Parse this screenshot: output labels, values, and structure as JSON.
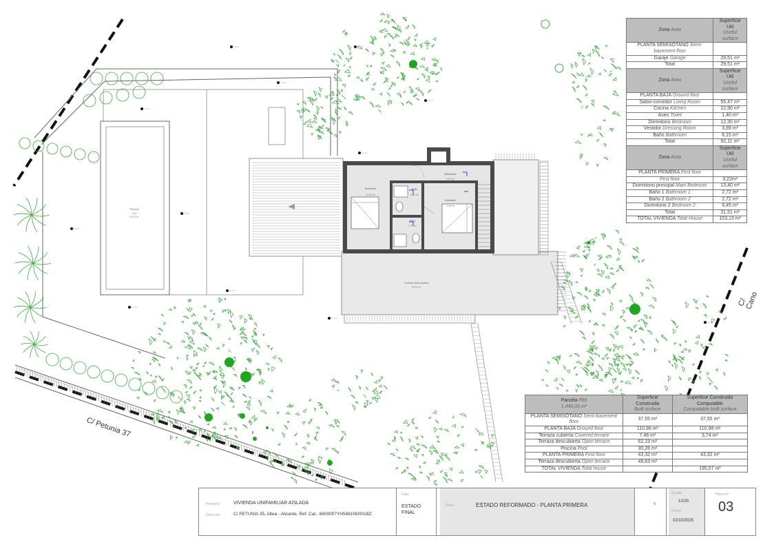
{
  "street_labels": {
    "petunia": "C/ Petunia 37",
    "canos": "C/ Cano"
  },
  "colors": {
    "vegetation": "#3aa83a",
    "tree": "#1fa51f",
    "boundary": "#111111",
    "header_fill": "#bdbdbd"
  },
  "room_labels": {
    "pool": "Piscina",
    "pool_en": "Pool",
    "pool_area": "30,26 m²",
    "covered_terrace": "Terraza descubierta",
    "covered_terrace_area": "49,63 m²",
    "main_bedroom": "Dormitorio",
    "main_bedroom_area": "13,40 m²",
    "bath1": "Baño",
    "bath1_area": "2,72 m²",
    "bath2": "Baño",
    "bath2_area": "2,72 m²",
    "bedroom2": "Dormitorio",
    "bedroom2_area": "9,45 m²",
    "distributor": "Distribuidor",
    "distributor_area": "3,22 m²"
  },
  "useful_table": {
    "col1_header": "Zona",
    "col1_header_en": "Area",
    "col2_header": "Superficie Útil",
    "col2_header_en": "Useful surface",
    "sections": [
      {
        "title": "PLANTA SEMISÓTANO",
        "title_en": "Semi-basement floor",
        "rows": [
          {
            "name": "Garaje",
            "name_en": "Garage",
            "value": "29,51 m²"
          }
        ],
        "total_label": "Total",
        "total_value": "29,51 m²"
      },
      {
        "title": "PLANTA BAJA",
        "title_en": "Ground floor",
        "rows": [
          {
            "name": "Salón-comedor",
            "name_en": "Living Room",
            "value": "55,47 m²"
          },
          {
            "name": "Cocina",
            "name_en": "Kitchen",
            "value": "12,90 m²"
          },
          {
            "name": "Aseo",
            "name_en": "Toilet",
            "value": "1,40 m²"
          },
          {
            "name": "Dormitorio",
            "name_en": "Bedroom",
            "value": "12,30 m²"
          },
          {
            "name": "Vestidor",
            "name_en": "Dressing Room",
            "value": "3,89 m²"
          },
          {
            "name": "Baño",
            "name_en": "Bathroom",
            "value": "6,15 m²"
          }
        ],
        "total_label": "Total",
        "total_value": "92,11 m²"
      },
      {
        "title": "PLANTA PRIMERA",
        "title_en": "First floor",
        "rows": [
          {
            "name": "",
            "name_en": "First floor",
            "value": "3,22m²"
          },
          {
            "name": "Dormitorio principal",
            "name_en": "Main Bedroom",
            "value": "13,40 m²"
          },
          {
            "name": "Baño 1",
            "name_en": "Bathroom 1",
            "value": "2,72 m²"
          },
          {
            "name": "Baño 2",
            "name_en": "Bathroom 2",
            "value": "2,72 m²"
          },
          {
            "name": "Dormitorio 2",
            "name_en": "Bedroom 2",
            "value": "9,45 m²"
          }
        ],
        "total_label": "Total",
        "total_value": "31,51 m²"
      }
    ],
    "grand_total_label": "TOTAL VIVIENDA",
    "grand_total_label_en": "Total House",
    "grand_total_value": "153,13 m²"
  },
  "built_table": {
    "col1_header": "Parcela",
    "col1_header_en": "Plot",
    "col1_sub": "1.440,00 m²",
    "col2_header": "Superficie Construida",
    "col2_header_en": "Built surface",
    "col3_header": "Superficie Construida Computable",
    "col3_header_en": "Computable built surface",
    "rows": [
      {
        "name": "PLANTA SEMISÓTANO",
        "name_en": "Semi-basement floor",
        "built": "37,55 m²",
        "computable": "37,55 m²"
      },
      {
        "name": "PLANTA BAJA",
        "name_en": "Ground floor",
        "built": "110,98 m²",
        "computable": "110,98 m²"
      },
      {
        "name": "Terraza cubierta",
        "name_en": "Covered terrace",
        "built": "7,48 m²",
        "computable": "3,74 m²"
      },
      {
        "name": "Terraza descubierta",
        "name_en": "Open terrace",
        "built": "62,19 m²",
        "computable": ""
      },
      {
        "name": "Piscina",
        "name_en": "Pool",
        "built": "30,26 m²",
        "computable": ""
      },
      {
        "name": "PLANTA PRIMERA",
        "name_en": "First floor",
        "built": "43,32 m²",
        "computable": "43,32 m²"
      },
      {
        "name": "Terraza descubierta",
        "name_en": "Open terrace",
        "built": "49,63 m²",
        "computable": ""
      }
    ],
    "total_label": "TOTAL VIVIENDA",
    "total_label_en": "Total house",
    "total_computable": "195,57 m²"
  },
  "title_block": {
    "project_label": "Proyecto",
    "project": "VIVIENDA UNIFAMILIAR AISLADA",
    "address_label": "Dirección",
    "address": "C/ PETUNIA 35, Altea - Alicante, Ref. Cat.: 8400007YH5881N0001BZ",
    "phase_label": "Fase",
    "phase": "ESTADO FINAL",
    "drawing_label": "Plano",
    "drawing": "ESTADO REFORMADO - PLANTA PRIMERA",
    "north": "N",
    "scale_label": "Escala",
    "scale": "1/100",
    "date_label": "Fecha",
    "date": "02/10/2025",
    "sheet_label": "Plano Nº",
    "sheet": "03"
  }
}
